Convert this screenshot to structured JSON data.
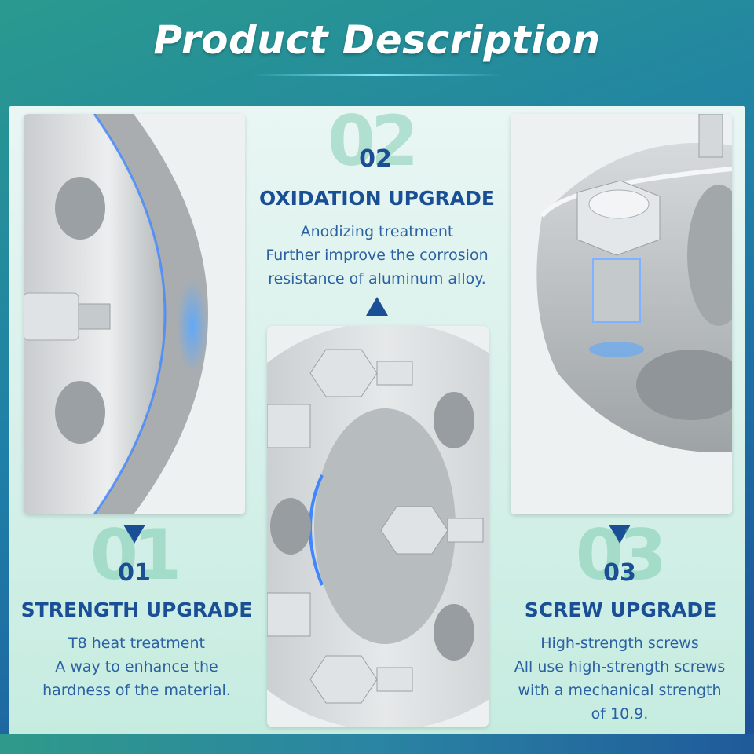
{
  "header": {
    "title": "Product Description"
  },
  "features": [
    {
      "number_bg": "01",
      "number": "01",
      "heading": "STRENGTH UPGRADE",
      "lines": [
        "T8 heat treatment",
        "A way to enhance the",
        "hardness of the material."
      ]
    },
    {
      "number_bg": "02",
      "number": "02",
      "heading": "OXIDATION UPGRADE",
      "lines": [
        "Anodizing treatment",
        "Further improve the corrosion",
        "resistance of aluminum alloy."
      ]
    },
    {
      "number_bg": "03",
      "number": "03",
      "heading": "SCREW UPGRADE",
      "lines": [
        "High-strength screws",
        "All use high-strength screws",
        "with a mechanical strength",
        "of 10.9."
      ]
    }
  ],
  "colors": {
    "accent": "#1a4f96",
    "number_shadow": "#6fc6a7",
    "text": "#2b61a3"
  }
}
